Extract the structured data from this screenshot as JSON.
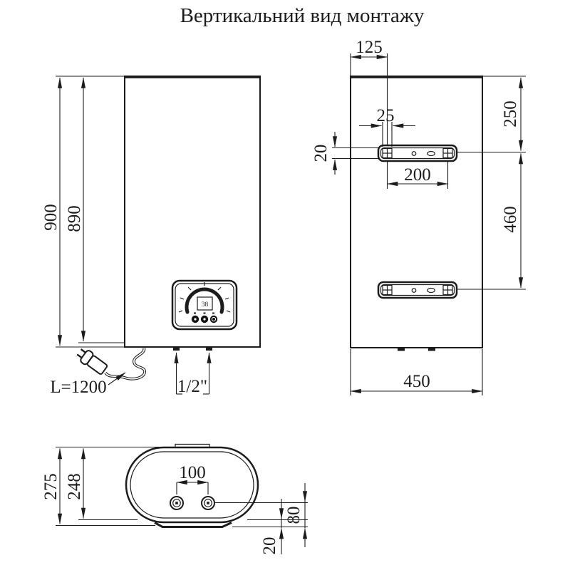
{
  "title": "Вертикальний вид монтажу",
  "colors": {
    "line": "#1c1c1c",
    "background": "#ffffff"
  },
  "front_view": {
    "dims": {
      "overall_height": "900",
      "body_height": "890",
      "cable_length": "L=1200",
      "pipe_connection": "1/2\""
    },
    "control_panel": {
      "display_value": "38"
    }
  },
  "back_view": {
    "dims": {
      "bracket_offset": "125",
      "slot_width": "25",
      "slot_height": "20",
      "hole_spacing": "200",
      "top_to_bracket": "250",
      "bracket_spacing": "460",
      "width": "450"
    }
  },
  "bottom_view": {
    "dims": {
      "depth_overall": "275",
      "body_depth": "248",
      "pipe_spacing": "100",
      "pipe_axis_to_bottom": "80",
      "clearance": "20"
    }
  }
}
